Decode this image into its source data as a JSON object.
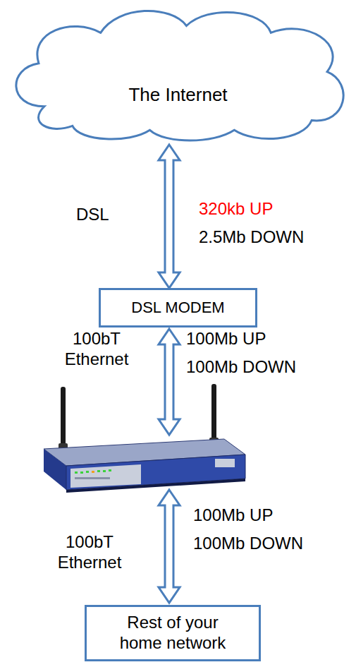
{
  "diagram": {
    "nodes": [
      {
        "text": [
          "The Internet"
        ]
      },
      {
        "text": [
          "DSL MODEM"
        ]
      },
      {
        "text": [
          "Rest of your home network"
        ]
      }
    ],
    "edges": [
      {
        "from": 0,
        "to": 1,
        "label": "DSL",
        "arrow": "both"
      }
    ],
    "labels": [
      "320kb UP",
      "2.5Mb DOWN",
      "100bT Ethernet",
      "100Mb UP",
      "100Mb DOWN",
      "100bT Ethernet",
      "100Mb UP",
      "100Mb DOWN"
    ]
  }
}
